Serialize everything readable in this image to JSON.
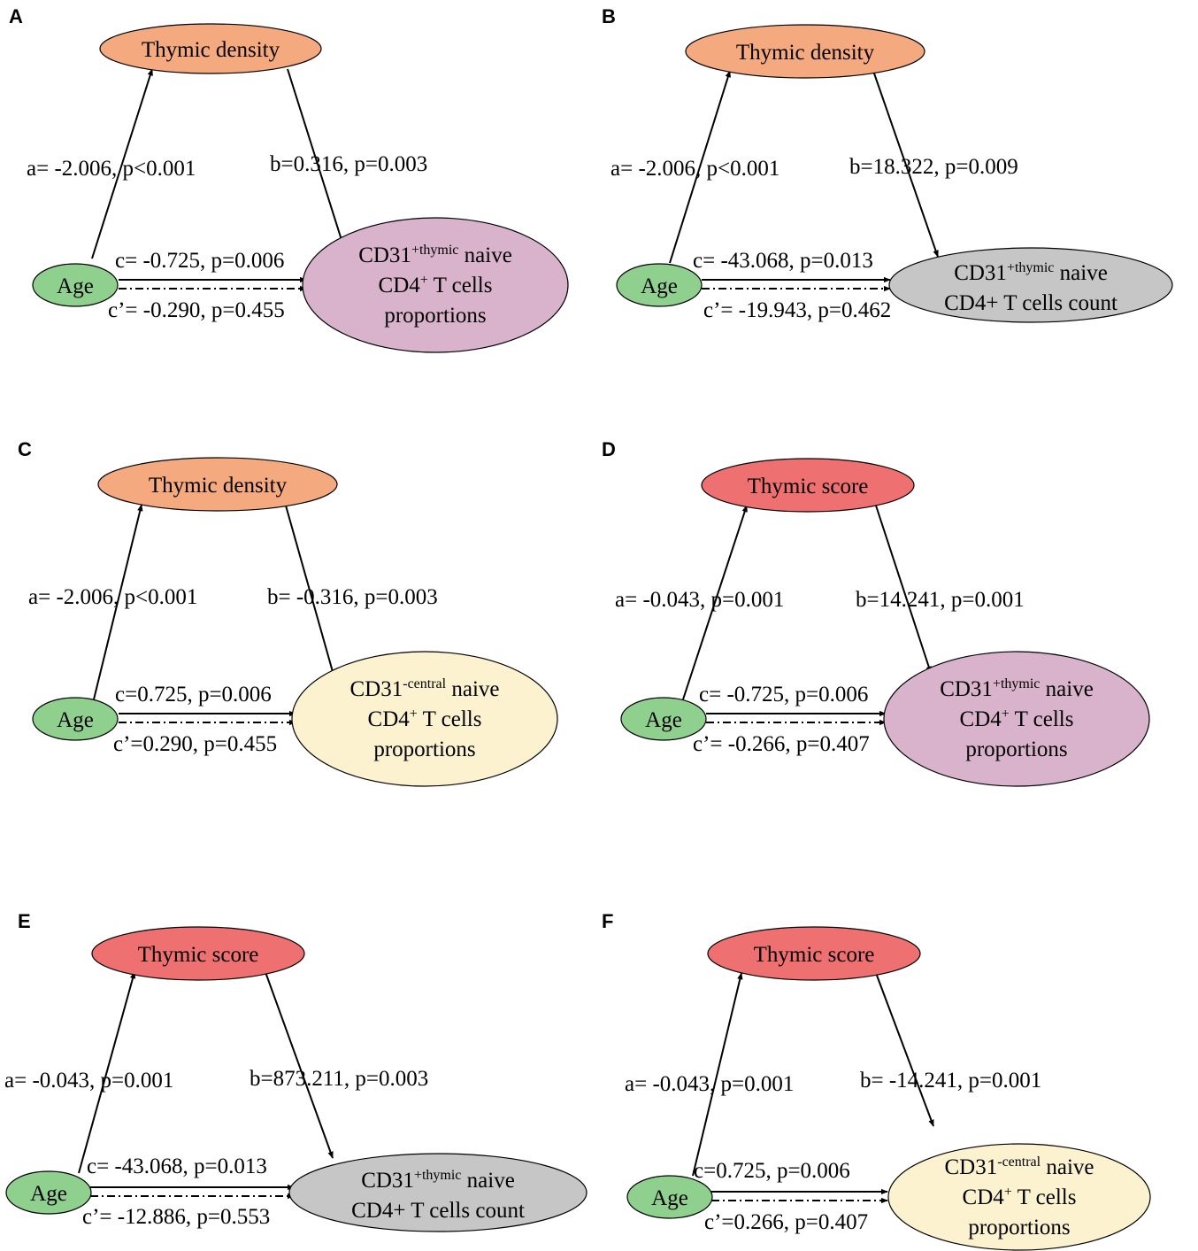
{
  "colors": {
    "orange": "#f5a97f",
    "red": "#ef7070",
    "green": "#8fd08f",
    "pink": "#d9b3cb",
    "gray": "#c6c6c6",
    "yellow": "#fcf2cf"
  },
  "panels": [
    {
      "letter": "A",
      "mediator": "Thymic density",
      "mediator_color": "orange",
      "age": "Age",
      "outcome": {
        "line1_main": "CD31",
        "line1_sup": "+thymic",
        "line1_rest": " naive",
        "line2_main": "CD4",
        "line2_sup": "+",
        "line2_rest": " T cells",
        "line3": "proportions"
      },
      "outcome_color": "pink",
      "a": "a= -2.006, p<0.001",
      "b": "b=0.316, p=0.003",
      "c": "c= -0.725, p=0.006",
      "c_prime": "c’= -0.290, p=0.455"
    },
    {
      "letter": "B",
      "mediator": "Thymic density",
      "mediator_color": "orange",
      "age": "Age",
      "outcome": {
        "line1_main": "CD31",
        "line1_sup": "+thymic",
        "line1_rest": " naive",
        "line2_main": "CD4+ T cells count",
        "line2_sup": "",
        "line2_rest": "",
        "line3": ""
      },
      "outcome_color": "gray",
      "a": "a= -2.006, p<0.001",
      "b": "b=18.322, p=0.009",
      "c": "c= -43.068, p=0.013",
      "c_prime": "c’= -19.943, p=0.462"
    },
    {
      "letter": "C",
      "mediator": "Thymic density",
      "mediator_color": "orange",
      "age": "Age",
      "outcome": {
        "line1_main": "CD31",
        "line1_sup": "-central",
        "line1_rest": " naive",
        "line2_main": "CD4",
        "line2_sup": "+",
        "line2_rest": " T cells",
        "line3": "proportions"
      },
      "outcome_color": "yellow",
      "a": "a= -2.006, p<0.001",
      "b": "b= -0.316, p=0.003",
      "c": "c=0.725, p=0.006",
      "c_prime": "c’=0.290, p=0.455"
    },
    {
      "letter": "D",
      "mediator": "Thymic score",
      "mediator_color": "red",
      "age": "Age",
      "outcome": {
        "line1_main": "CD31",
        "line1_sup": "+thymic",
        "line1_rest": " naive",
        "line2_main": "CD4",
        "line2_sup": "+",
        "line2_rest": " T cells",
        "line3": "proportions"
      },
      "outcome_color": "pink",
      "a": "a= -0.043, p=0.001",
      "b": "b=14.241, p=0.001",
      "c": "c= -0.725, p=0.006",
      "c_prime": "c’= -0.266, p=0.407"
    },
    {
      "letter": "E",
      "mediator": "Thymic score",
      "mediator_color": "red",
      "age": "Age",
      "outcome": {
        "line1_main": "CD31",
        "line1_sup": "+thymic",
        "line1_rest": " naive",
        "line2_main": "CD4+ T cells count",
        "line2_sup": "",
        "line2_rest": "",
        "line3": ""
      },
      "outcome_color": "gray",
      "a": "a= -0.043, p=0.001",
      "b": "b=873.211, p=0.003",
      "c": "c= -43.068, p=0.013",
      "c_prime": "c’= -12.886, p=0.553"
    },
    {
      "letter": "F",
      "mediator": "Thymic score",
      "mediator_color": "red",
      "age": "Age",
      "outcome": {
        "line1_main": "CD31",
        "line1_sup": "-central",
        "line1_rest": " naive",
        "line2_main": "CD4",
        "line2_sup": "+",
        "line2_rest": " T cells",
        "line3": "proportions"
      },
      "outcome_color": "yellow",
      "a": "a= -0.043, p=0.001",
      "b": "b= -14.241, p=0.001",
      "c": "c=0.725, p=0.006",
      "c_prime": "c’=0.266, p=0.407"
    }
  ]
}
